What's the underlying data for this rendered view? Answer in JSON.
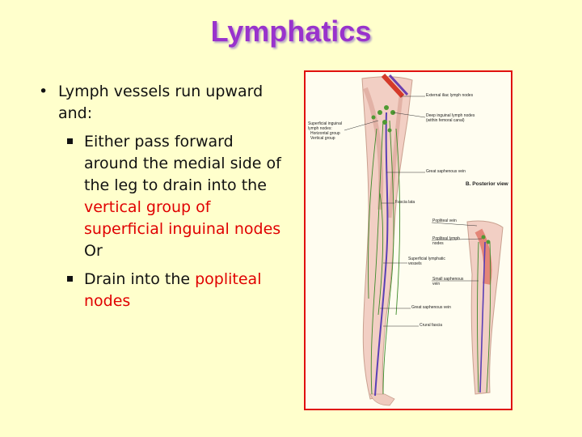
{
  "slide": {
    "title": "Lymphatics",
    "bullet1": "Lymph vessels run upward and:",
    "sub1_part1": "Either pass forward around the medial side of the leg to drain into the",
    "sub1_red": "vertical group of superficial inguinal nodes",
    "sub1_part2": "Or",
    "sub2_part1": "Drain into the",
    "sub2_red": "popliteal nodes"
  },
  "figure": {
    "labels": {
      "external_iliac": "External iliac lymph nodes",
      "deep_inguinal": "Deep inguinal lymph nodes",
      "deep_inguinal_2": "(within femoral canal)",
      "superficial_inguinal": "Superficial inguinal",
      "superficial_inguinal_2": "lymph nodes:",
      "horizontal_group": "Horizontal group",
      "vertical_group": "Vertical group",
      "great_saphenous_1": "Great saphenous vein",
      "posterior_view": "B. Posterior view",
      "fascia_lata": "Fascia lata",
      "popliteal_vein": "Popliteal vein",
      "popliteal_nodes": "Popliteal lymph",
      "popliteal_nodes_2": "nodes",
      "superficial_vessels": "Superficial lymphatic",
      "superficial_vessels_2": "vessels",
      "small_saphenous": "Small saphenous",
      "small_saphenous_2": "vein",
      "great_saphenous_2": "Great saphenous vein",
      "crural_fascia": "Crural fascia"
    }
  },
  "colors": {
    "background": "#ffffcc",
    "title": "#9933cc",
    "highlight": "#e00000",
    "figure_border": "#e01010"
  }
}
